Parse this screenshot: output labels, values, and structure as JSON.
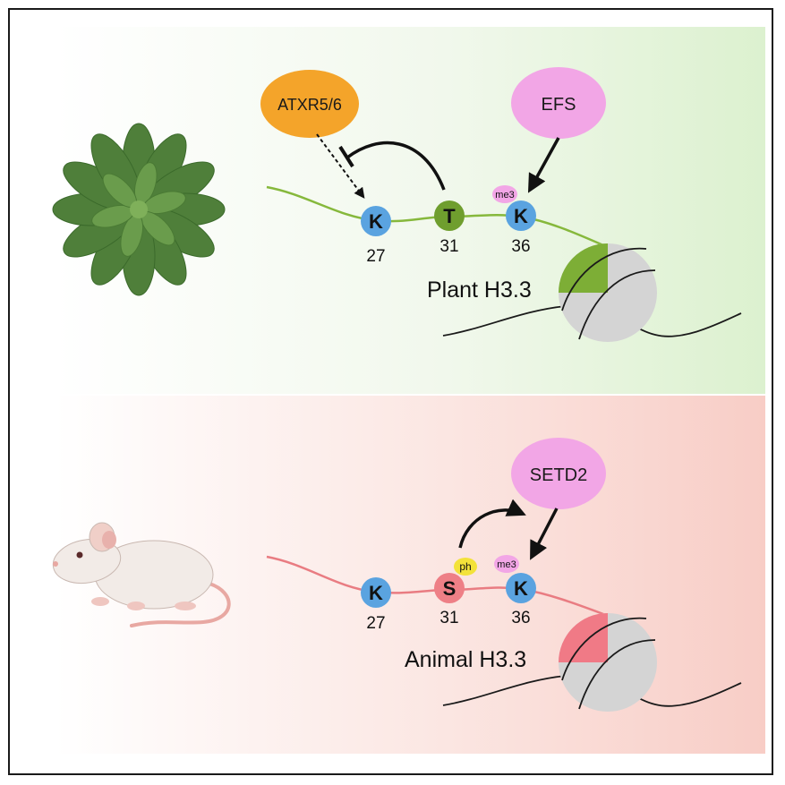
{
  "plant": {
    "enzyme_atxr": "ATXR5/6",
    "enzyme_efs": "EFS",
    "residues": [
      {
        "letter": "K",
        "number": "27"
      },
      {
        "letter": "T",
        "number": "31"
      },
      {
        "letter": "K",
        "number": "36",
        "mark": "me3"
      }
    ],
    "label": "Plant H3.3"
  },
  "animal": {
    "enzyme_setd2": "SETD2",
    "residues": [
      {
        "letter": "K",
        "number": "27"
      },
      {
        "letter": "S",
        "number": "31",
        "mark": "ph"
      },
      {
        "letter": "K",
        "number": "36",
        "mark": "me3"
      }
    ],
    "label": "Animal H3.3"
  },
  "colors": {
    "plant_bg": "#e6f4df",
    "animal_bg": "#fbe1dd",
    "lysine": "#5aa3e0",
    "threonine": "#6f9e2e",
    "serine": "#ee7f86",
    "me3": "#f2a6e6",
    "ph": "#f3e23a",
    "atxr": "#f4a42a",
    "efs": "#f2a6e6",
    "plant_tail": "#86b83c",
    "animal_tail": "#e97c82"
  },
  "icons": [
    "plant-rosette-icon",
    "mouse-icon",
    "nucleosome-icon"
  ]
}
